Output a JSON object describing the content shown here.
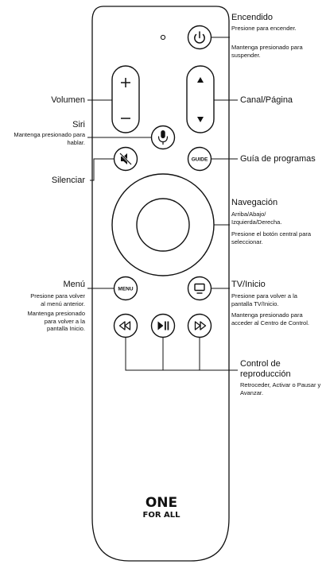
{
  "labels": {
    "power": {
      "title": "Encendido",
      "desc1": "Presione para encender.",
      "desc2": "Mantenga presionado para suspender."
    },
    "volume": {
      "title": "Volumen"
    },
    "channel": {
      "title": "Canal/Página"
    },
    "siri": {
      "title": "Siri",
      "desc": "Mantenga presionado para hablar."
    },
    "mute": {
      "title": "Silenciar"
    },
    "guide": {
      "title": "Guía de programas",
      "button": "GUIDE"
    },
    "navigation": {
      "title": "Navegación",
      "desc1": "Arriba/Abajo/ Izquierda/Derecha.",
      "desc2": "Presione el botón central para seleccionar."
    },
    "menu": {
      "title": "Menú",
      "button": "MENU",
      "desc1": "Presione para volver al menú anterior.",
      "desc2": "Mantenga presionado para volver a la pantalla Inicio."
    },
    "tv": {
      "title": "TV/Inicio",
      "desc1": "Presione para volver a la pantalla TV/Inicio.",
      "desc2": "Mantenga presionado para acceder al Centro de Control."
    },
    "playback": {
      "title": "Control de reproducción",
      "desc": "Retroceder, Activar o Pausar y Avanzar."
    }
  },
  "brand": {
    "line1": "ONE",
    "line2": "FOR ALL"
  },
  "icons": {
    "power": "power-icon",
    "mic": "microphone-icon",
    "mute": "mute-icon",
    "rewind": "rewind-icon",
    "playpause": "play-pause-icon",
    "forward": "fast-forward-icon",
    "tv": "tv-icon"
  }
}
